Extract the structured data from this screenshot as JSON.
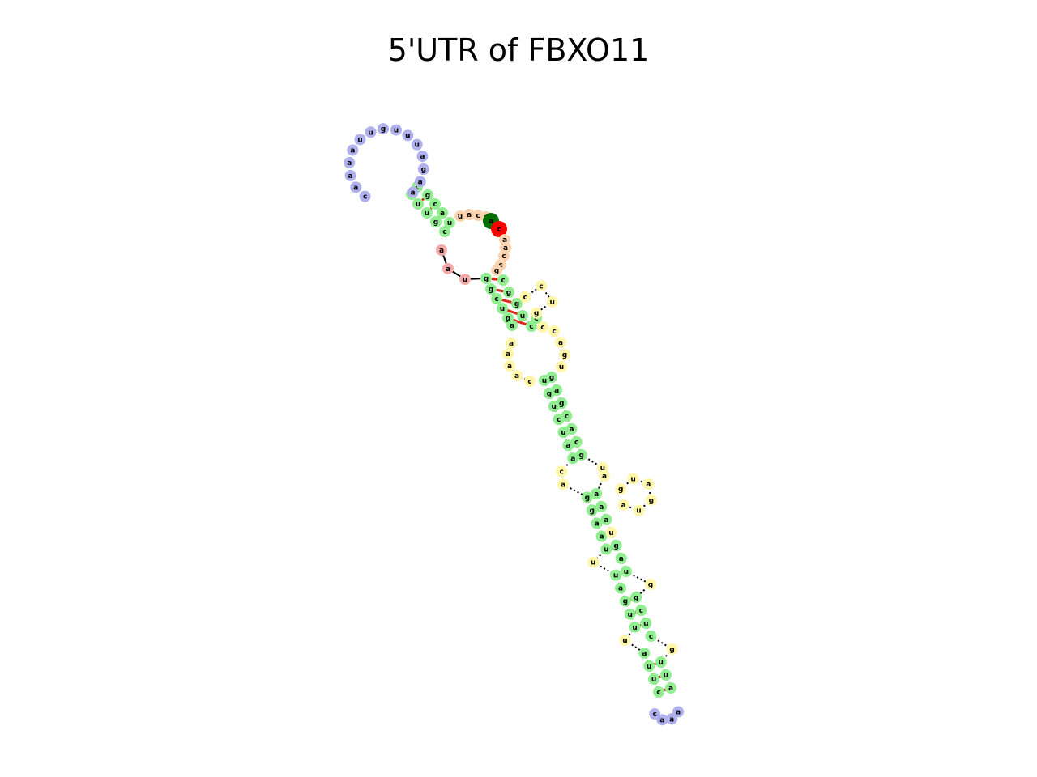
{
  "title": "5'UTR of FBXO11",
  "colors": {
    "stem": "#90ee90",
    "hairpin_loop": "#b0b0ee",
    "interior_loop": "#fff6a8",
    "multiloop": "#fcd5b0",
    "five_prime": "#f4a9a9",
    "start_marker": "#007000",
    "end_marker": "#ff0000",
    "pair_line": "#e0261a",
    "backbone": "#000000"
  },
  "structure": {
    "five_prime_tail": [
      "a",
      "a",
      "u"
    ],
    "stem1_5p": [
      "c",
      "g",
      "u",
      "u",
      "u"
    ],
    "hairpin1_loop": [
      "c",
      "a",
      "a",
      "a",
      "a",
      "u",
      "u",
      "g",
      "u",
      "u",
      "u",
      "a",
      "g",
      "a",
      "a"
    ],
    "stem1_3p": [
      "u",
      "a",
      "c",
      "g",
      "c"
    ],
    "junction": [
      "u",
      "a",
      "c",
      "u",
      "a",
      "c",
      "a",
      "a",
      "c",
      "c",
      "g"
    ],
    "stem2_5p": [
      "g",
      "g",
      "c",
      "u",
      "g",
      "a"
    ],
    "stem2_3p": [
      "c",
      "g",
      "g",
      "u",
      "c",
      "c"
    ],
    "hairpin2_loop": [
      "c",
      "c",
      "u",
      "g"
    ],
    "interior_loop_a": [
      "c",
      "c",
      "a",
      "g",
      "u"
    ],
    "interior_loop_b": [
      "a",
      "a",
      "a",
      "a",
      "c"
    ],
    "long_stem_5p": [
      "u",
      "g",
      "u",
      "c",
      "u",
      "a",
      "a",
      "c",
      "a",
      "g",
      "g",
      "a",
      "a",
      "u",
      "u",
      "u",
      "a",
      "g",
      "u",
      "u",
      "u",
      "a",
      "u",
      "u",
      "c"
    ],
    "hairpin3_loop": [
      "c",
      "a",
      "a",
      "a"
    ],
    "long_stem_3p": [
      "g",
      "a",
      "g",
      "c",
      "a",
      "c",
      "g",
      "u",
      "a",
      "a",
      "a",
      "a",
      "u",
      "g",
      "a",
      "u",
      "g",
      "g",
      "c",
      "u",
      "c",
      "g",
      "u",
      "u",
      "a"
    ],
    "side_loop": [
      "g",
      "u",
      "a",
      "g",
      "u",
      "a"
    ]
  }
}
